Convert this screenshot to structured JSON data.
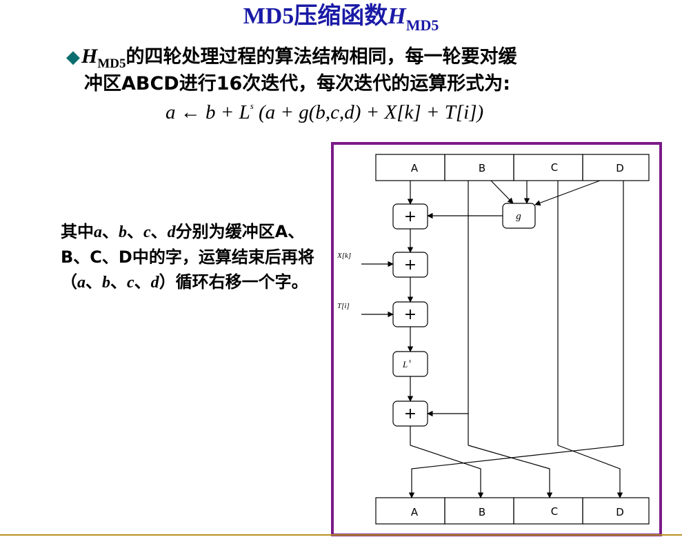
{
  "title": {
    "prefix": "MD5压缩函数",
    "h": "H",
    "sub": "MD5"
  },
  "bullet": {
    "symbol": "◆",
    "h": "H",
    "h_sub": "MD5",
    "line1_rest": "的四轮处理过程的算法结构相同，每一轮要对缓",
    "line2": "冲区ABCD进行16次迭代，每次迭代的运算形式为:"
  },
  "formula": "a ← b + L (a + g(b,c,d) + X[k] + T[i])",
  "formula_sup": "s",
  "side_note": {
    "p1": "其中",
    "v_a": "a",
    "sep1": "、",
    "v_b": "b",
    "sep2": "、",
    "v_c": "c",
    "sep3": "、",
    "v_d": "d",
    "p2": "分别为缓冲区A、B、C、D中的字，运算结束后再将（",
    "v_a2": "a",
    "sep4": "、",
    "v_b2": "b",
    "sep5": "、",
    "v_c2": "c",
    "sep6": "、",
    "v_d2": "d",
    "p3": "）循环右移一个字。"
  },
  "diagram": {
    "top_regs": [
      "A",
      "B",
      "C",
      "D"
    ],
    "bottom_regs": [
      "A",
      "B",
      "C",
      "D"
    ],
    "g_label": "g",
    "plus": "+",
    "xk_label": "X[k]",
    "ti_label": "T[i]",
    "ls_label": "L",
    "ls_sup": "s"
  },
  "colors": {
    "title": "#1a1aa6",
    "frame": "#7b1a88",
    "bullet": "#0b6e6e",
    "bottom_line": "#b89020"
  }
}
